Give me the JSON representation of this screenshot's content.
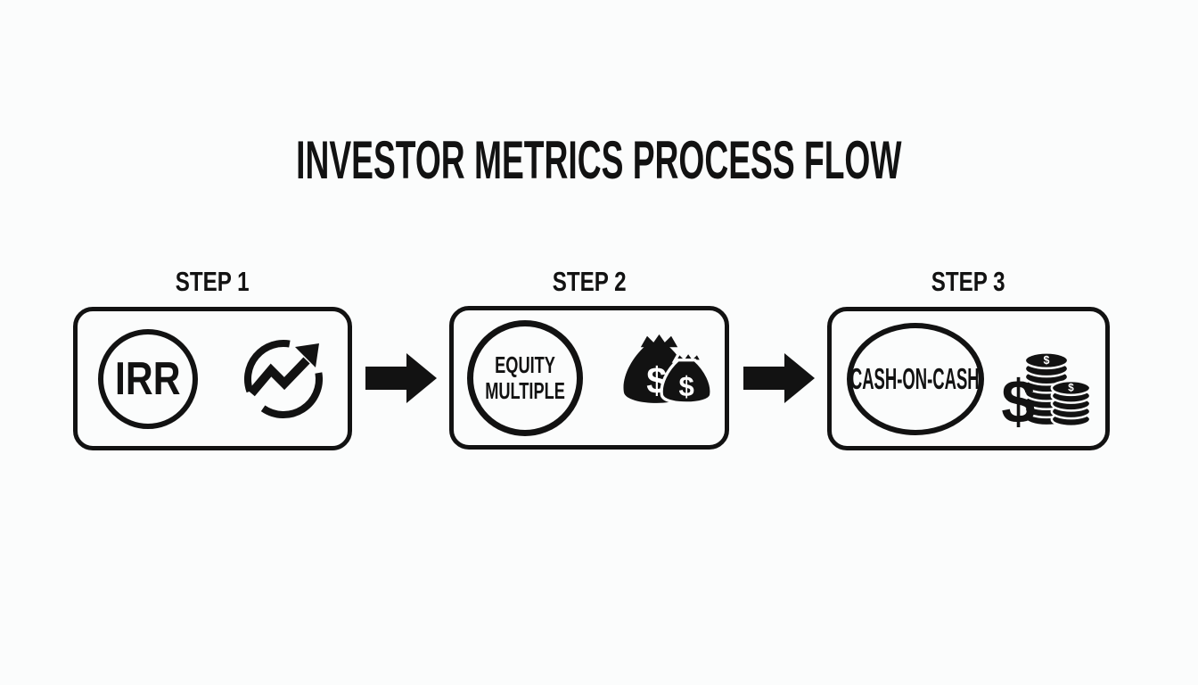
{
  "palette": {
    "background": "#fbfcfc",
    "ink": "#121212",
    "icon_text": "#ffffff"
  },
  "title": "INVESTOR METRICS PROCESS FLOW",
  "steps": [
    {
      "label": "STEP 1",
      "metric": "IRR",
      "icon": "trend-chart-icon"
    },
    {
      "label": "STEP 2",
      "metric_line1": "EQUITY",
      "metric_line2": "MULTIPLE",
      "icon": "money-bags-icon"
    },
    {
      "label": "STEP 3",
      "metric": "CASH-ON-CASH",
      "icon": "coin-stacks-icon"
    }
  ],
  "connectors": {
    "type": "arrow-right",
    "count": 2
  },
  "glyphs": {
    "dollar": "$"
  }
}
